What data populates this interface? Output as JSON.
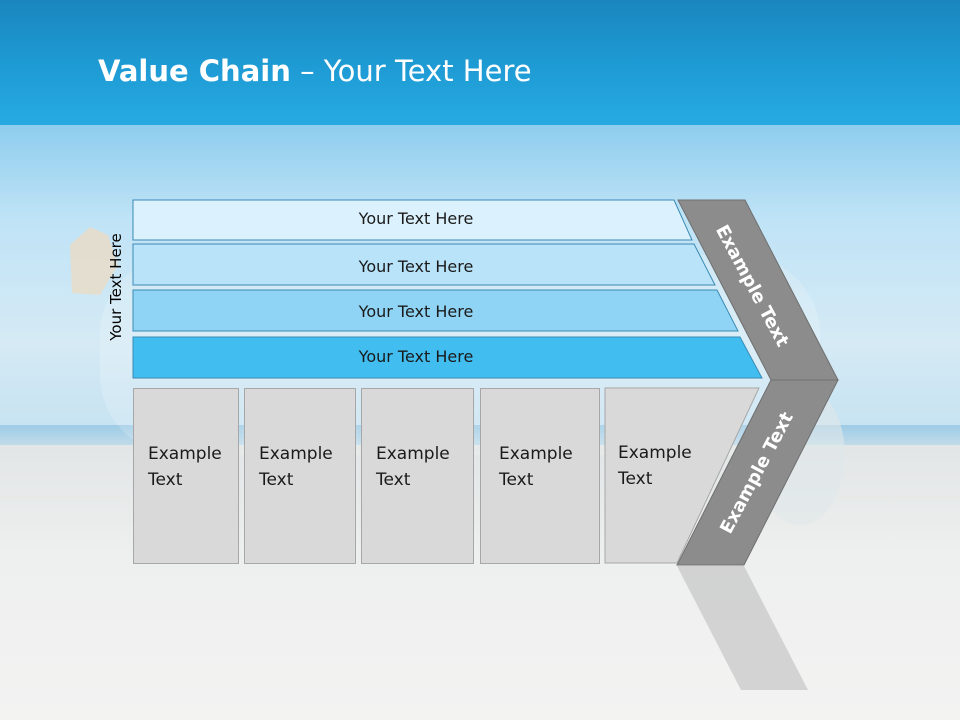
{
  "title": {
    "bold": "Value Chain",
    "rest": " – Your Text Here"
  },
  "y_label": "Your Text Here",
  "bars": [
    {
      "label": "Your Text Here"
    },
    {
      "label": "Your Text Here"
    },
    {
      "label": "Your Text Here"
    },
    {
      "label": "Your Text Here"
    }
  ],
  "boxes": [
    {
      "line1": "Example",
      "line2": "Text"
    },
    {
      "line1": "Example",
      "line2": "Text"
    },
    {
      "line1": "Example",
      "line2": "Text"
    },
    {
      "line1": "Example",
      "line2": "Text"
    },
    {
      "line1": "Example",
      "line2": "Text"
    }
  ],
  "chevron": {
    "upper": "Example Text",
    "lower": "Example Text"
  },
  "colors": {
    "bar1": "#dbf1fd",
    "bar2": "#b8e3f9",
    "bar3": "#8fd4f4",
    "bar4": "#41bdf0",
    "box": "#d9d9d9",
    "chevron": "#8c8c8c"
  }
}
